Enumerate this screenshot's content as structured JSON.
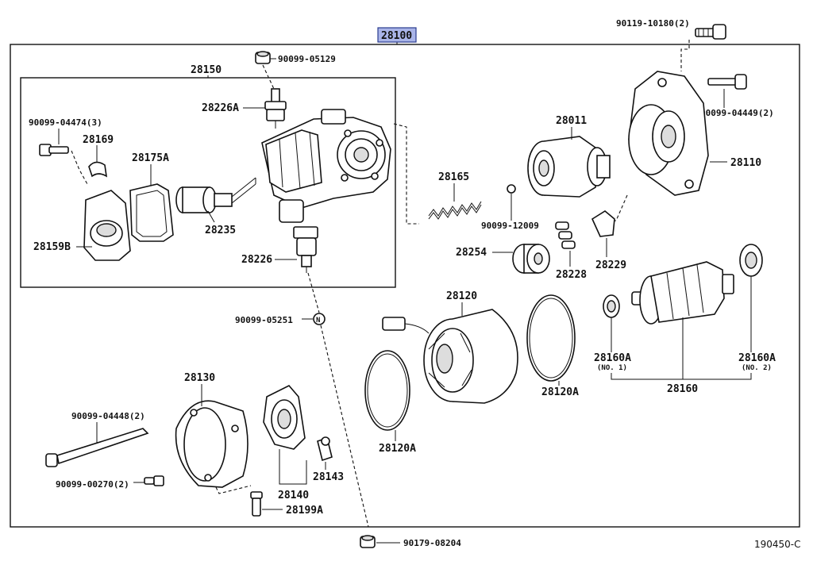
{
  "diagram_code": "190450-C",
  "assembly_label": "28100",
  "parts": {
    "p_90119_10180": "90119-10180(2)",
    "p_90099_05129": "90099-05129",
    "p_28150": "28150",
    "p_28226A": "28226A",
    "p_90099_04474": "90099-04474(3)",
    "p_28169": "28169",
    "p_28175A": "28175A",
    "p_28159B": "28159B",
    "p_28235": "28235",
    "p_28226": "28226",
    "p_28011": "28011",
    "p_90099_04449": "90099-04449(2)",
    "p_28110": "28110",
    "p_28165": "28165",
    "p_90099_12009": "90099-12009",
    "p_28254": "28254",
    "p_28228": "28228",
    "p_28229": "28229",
    "p_28120": "28120",
    "p_90099_05251": "90099-05251",
    "p_28120A_right": "28120A",
    "p_28120A_left": "28120A",
    "p_28160A_1": "28160A",
    "p_no1": "(NO. 1)",
    "p_28160A_2": "28160A",
    "p_no2": "(NO. 2)",
    "p_28160": "28160",
    "p_28130": "28130",
    "p_90099_04448": "90099-04448(2)",
    "p_90099_00270": "90099-00270(2)",
    "p_28140": "28140",
    "p_28143": "28143",
    "p_28199A": "28199A",
    "p_90179_08204": "90179-08204"
  }
}
